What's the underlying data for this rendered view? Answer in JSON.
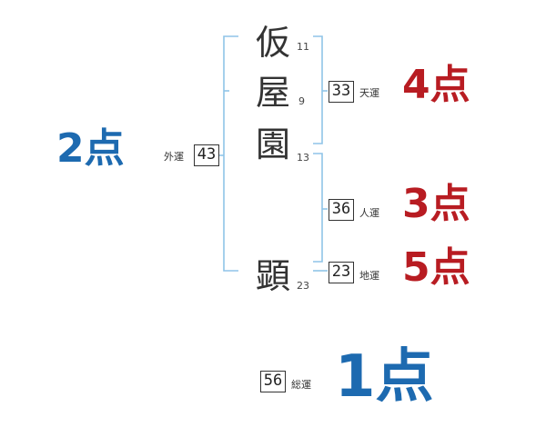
{
  "name_chars": [
    {
      "char": "仮",
      "strokes": "11"
    },
    {
      "char": "屋",
      "strokes": "9"
    },
    {
      "char": "園",
      "strokes": "13"
    },
    {
      "char": "顕",
      "strokes": "23"
    }
  ],
  "fortunes": {
    "gaiun": {
      "label": "外運",
      "value": "43",
      "score": "2点"
    },
    "tenun": {
      "label": "天運",
      "value": "33",
      "score": "4点"
    },
    "jinun": {
      "label": "人運",
      "value": "36",
      "score": "3点"
    },
    "chiun": {
      "label": "地運",
      "value": "23",
      "score": "5点"
    },
    "souun": {
      "label": "総運",
      "value": "56",
      "score": "1点"
    }
  },
  "colors": {
    "bracket": "#8fc4e8",
    "score_red": "#b81c22",
    "score_blue": "#1d6ab0"
  }
}
